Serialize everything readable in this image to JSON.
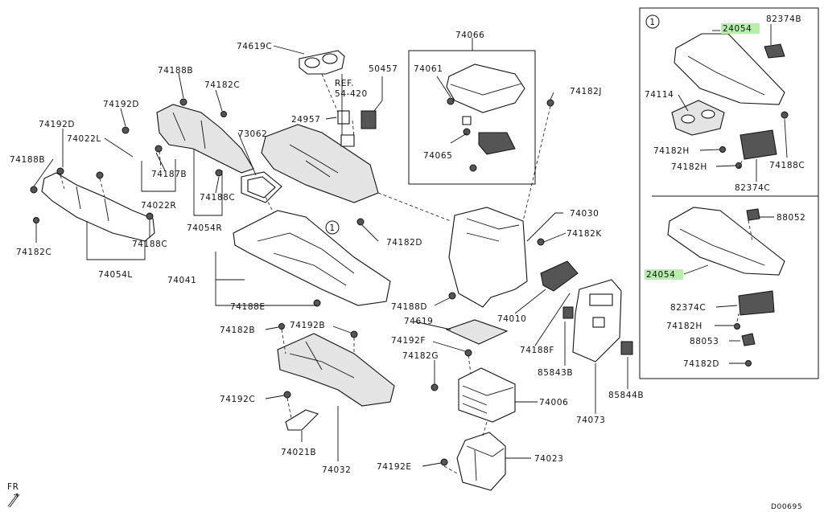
{
  "diagram": {
    "callout_marker": "1",
    "fr_label": "FR",
    "drawing_code": "D00695",
    "labels": [
      {
        "id": "74619C",
        "text": "74619C"
      },
      {
        "id": "74188B",
        "text": "74188B"
      },
      {
        "id": "74182C_a",
        "text": "74182C"
      },
      {
        "id": "74192D",
        "text": "74192D"
      },
      {
        "id": "74192D_b",
        "text": "74192D"
      },
      {
        "id": "74022L",
        "text": "74022L"
      },
      {
        "id": "74188B_b",
        "text": "74188B"
      },
      {
        "id": "74187B",
        "text": "74187B"
      },
      {
        "id": "74022R",
        "text": "74022R"
      },
      {
        "id": "74188C_a",
        "text": "74188C"
      },
      {
        "id": "74054R",
        "text": "74054R"
      },
      {
        "id": "74188C_b",
        "text": "74188C"
      },
      {
        "id": "74182C_b",
        "text": "74182C"
      },
      {
        "id": "74054L",
        "text": "74054L"
      },
      {
        "id": "REF",
        "text": "REF."
      },
      {
        "id": "REF_num",
        "text": "54-420"
      },
      {
        "id": "50457",
        "text": "50457"
      },
      {
        "id": "24957",
        "text": "24957"
      },
      {
        "id": "73062",
        "text": "73062"
      },
      {
        "id": "74066",
        "text": "74066"
      },
      {
        "id": "74061",
        "text": "74061"
      },
      {
        "id": "74065",
        "text": "74065"
      },
      {
        "id": "74182J",
        "text": "74182J"
      },
      {
        "id": "74182D_a",
        "text": "74182D"
      },
      {
        "id": "74041",
        "text": "74041"
      },
      {
        "id": "74188E",
        "text": "74188E"
      },
      {
        "id": "74030",
        "text": "74030"
      },
      {
        "id": "74182K",
        "text": "74182K"
      },
      {
        "id": "74188D",
        "text": "74188D"
      },
      {
        "id": "74010",
        "text": "74010"
      },
      {
        "id": "74182B",
        "text": "74182B"
      },
      {
        "id": "74192B",
        "text": "74192B"
      },
      {
        "id": "74619",
        "text": "74619"
      },
      {
        "id": "74192F",
        "text": "74192F"
      },
      {
        "id": "74188F",
        "text": "74188F"
      },
      {
        "id": "85843B",
        "text": "85843B"
      },
      {
        "id": "74182G",
        "text": "74182G"
      },
      {
        "id": "74192C",
        "text": "74192C"
      },
      {
        "id": "74006",
        "text": "74006"
      },
      {
        "id": "85844B",
        "text": "85844B"
      },
      {
        "id": "74073",
        "text": "74073"
      },
      {
        "id": "74021B",
        "text": "74021B"
      },
      {
        "id": "74032",
        "text": "74032"
      },
      {
        "id": "74192E",
        "text": "74192E"
      },
      {
        "id": "74023",
        "text": "74023"
      },
      {
        "id": "24054_a",
        "text": "24054"
      },
      {
        "id": "82374B",
        "text": "82374B"
      },
      {
        "id": "74114",
        "text": "74114"
      },
      {
        "id": "74182H_a",
        "text": "74182H"
      },
      {
        "id": "74182H_b",
        "text": "74182H"
      },
      {
        "id": "74188C_c",
        "text": "74188C"
      },
      {
        "id": "82374C_a",
        "text": "82374C"
      },
      {
        "id": "88052",
        "text": "88052"
      },
      {
        "id": "24054_b",
        "text": "24054"
      },
      {
        "id": "82374C_b",
        "text": "82374C"
      },
      {
        "id": "74182H_c",
        "text": "74182H"
      },
      {
        "id": "88053",
        "text": "88053"
      },
      {
        "id": "74182D_b",
        "text": "74182D"
      }
    ]
  }
}
